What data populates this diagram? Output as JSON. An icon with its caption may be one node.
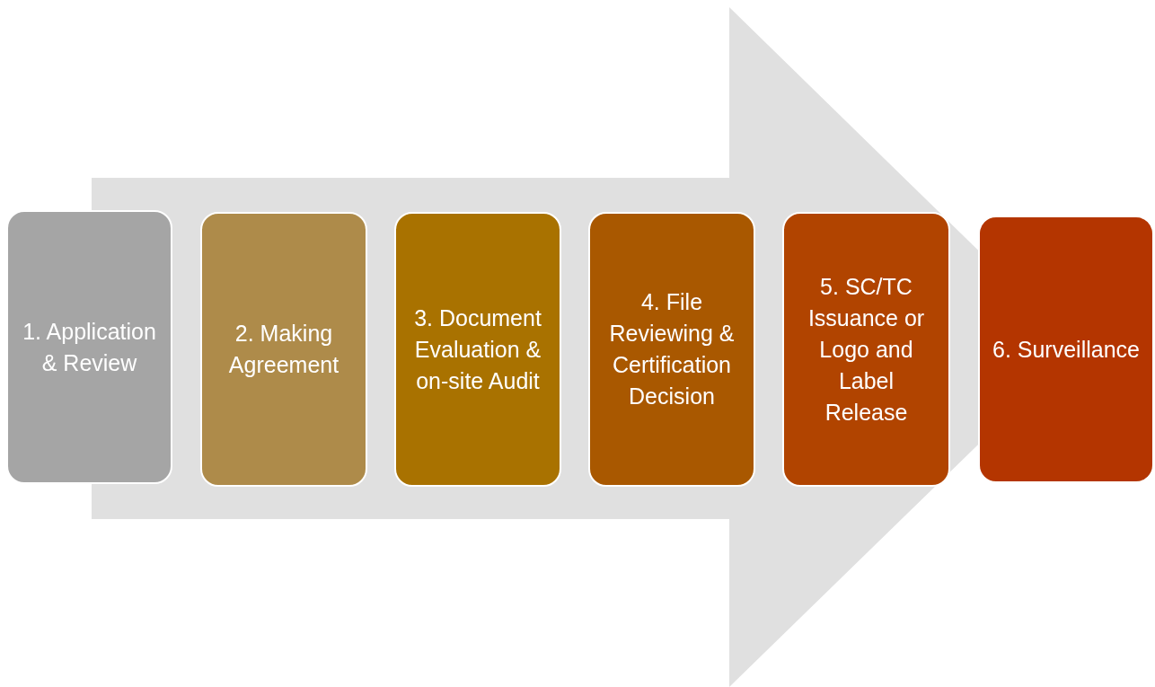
{
  "diagram": {
    "nodes": [
      {
        "text": [
          "1. Application & Review"
        ]
      },
      {
        "text": [
          "2. Making Agreement"
        ]
      },
      {
        "text": [
          "3. Document Evaluation & on-site Audit"
        ]
      },
      {
        "text": [
          "4. File Reviewing & Certification Decision"
        ]
      },
      {
        "text": [
          "5. SC/TC Issuance or Logo and Label Release"
        ]
      },
      {
        "text": [
          "6. Surveillance"
        ]
      }
    ],
    "edges": [
      {
        "from": 0,
        "to": 5,
        "arrow": "to"
      }
    ]
  }
}
